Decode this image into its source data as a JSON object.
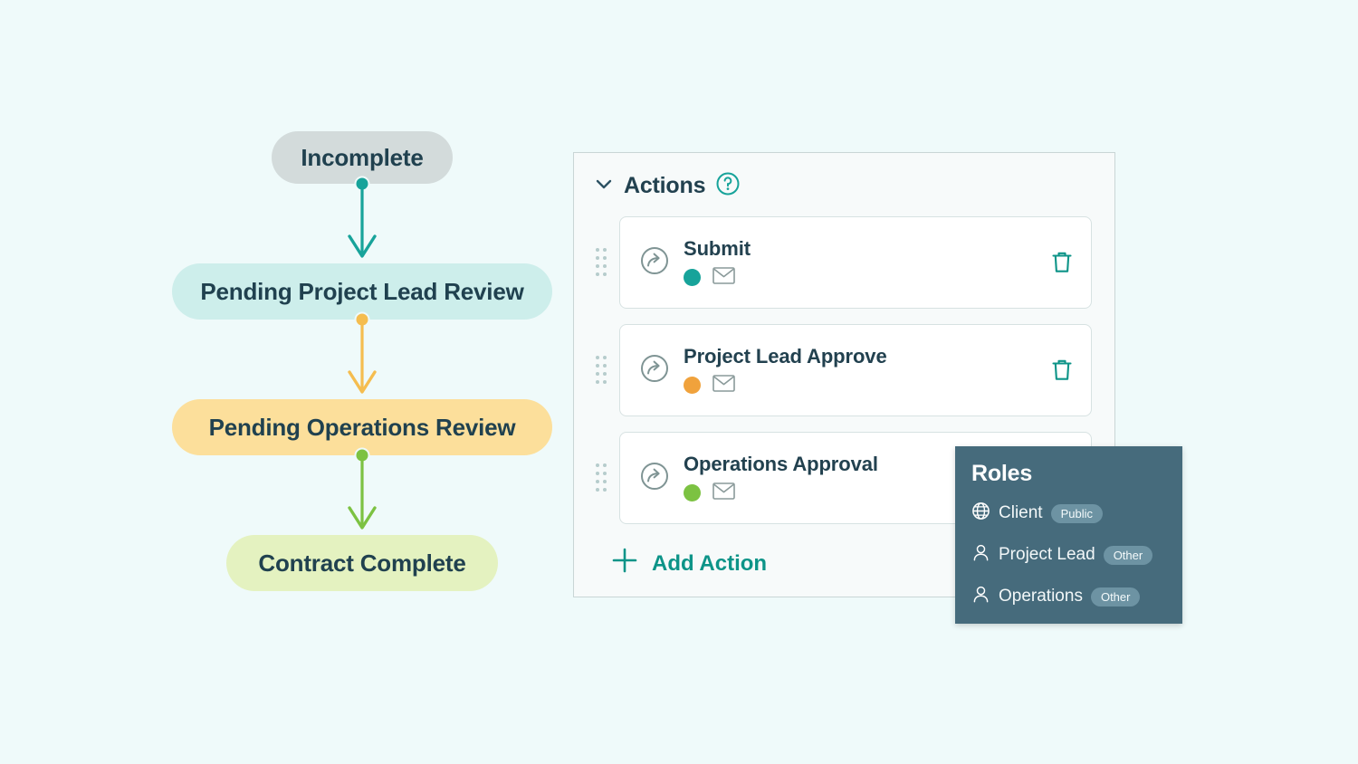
{
  "page": {
    "background_color": "#effafa"
  },
  "workflow": {
    "name": "workflow-status-diagram",
    "nodes": [
      {
        "label": "Incomplete",
        "bg_color": "#d3dbdb",
        "text_color": "#20414f"
      },
      {
        "label": "Pending Project Lead Review",
        "bg_color": "#cdeeeb",
        "text_color": "#20414f"
      },
      {
        "label": "Pending Operations Review",
        "bg_color": "#fcdf9b",
        "text_color": "#20414f"
      },
      {
        "label": "Contract Complete",
        "bg_color": "#e4f2c0",
        "text_color": "#20414f"
      }
    ],
    "connectors": [
      {
        "color": "#17a39a",
        "from": "Incomplete",
        "to": "Pending Project Lead Review"
      },
      {
        "color": "#f5bd4f",
        "from": "Pending Project Lead Review",
        "to": "Pending Operations Review"
      },
      {
        "color": "#7cc242",
        "from": "Pending Operations Review",
        "to": "Contract Complete"
      }
    ]
  },
  "actions_panel": {
    "title": "Actions",
    "collapse_icon": "chevron-down-icon",
    "help_icon": "question-circle-icon",
    "help_color": "#0d9488",
    "items": [
      {
        "name": "Submit",
        "status_color": "#17a39a",
        "transition_icon": "arrow-circle-icon",
        "email_icon": "envelope-icon",
        "delete_icon": "trash-icon",
        "has_delete": true
      },
      {
        "name": "Project Lead Approve",
        "status_color": "#f0a23c",
        "transition_icon": "arrow-circle-icon",
        "email_icon": "envelope-icon",
        "delete_icon": "trash-icon",
        "has_delete": true
      },
      {
        "name": "Operations Approval",
        "status_color": "#7cc242",
        "transition_icon": "arrow-circle-icon",
        "email_icon": "envelope-icon",
        "delete_icon": "trash-icon",
        "has_delete": false
      }
    ],
    "add_action_label": "Add Action",
    "add_action_icon": "plus-icon",
    "accent_color": "#0d9488"
  },
  "roles_panel": {
    "title": "Roles",
    "bg_color": "#466b7c",
    "items": [
      {
        "icon": "globe-icon",
        "label": "Client",
        "badge": "Public"
      },
      {
        "icon": "person-icon",
        "label": "Project Lead",
        "badge": "Other"
      },
      {
        "icon": "person-icon",
        "label": "Operations",
        "badge": "Other"
      }
    ]
  }
}
